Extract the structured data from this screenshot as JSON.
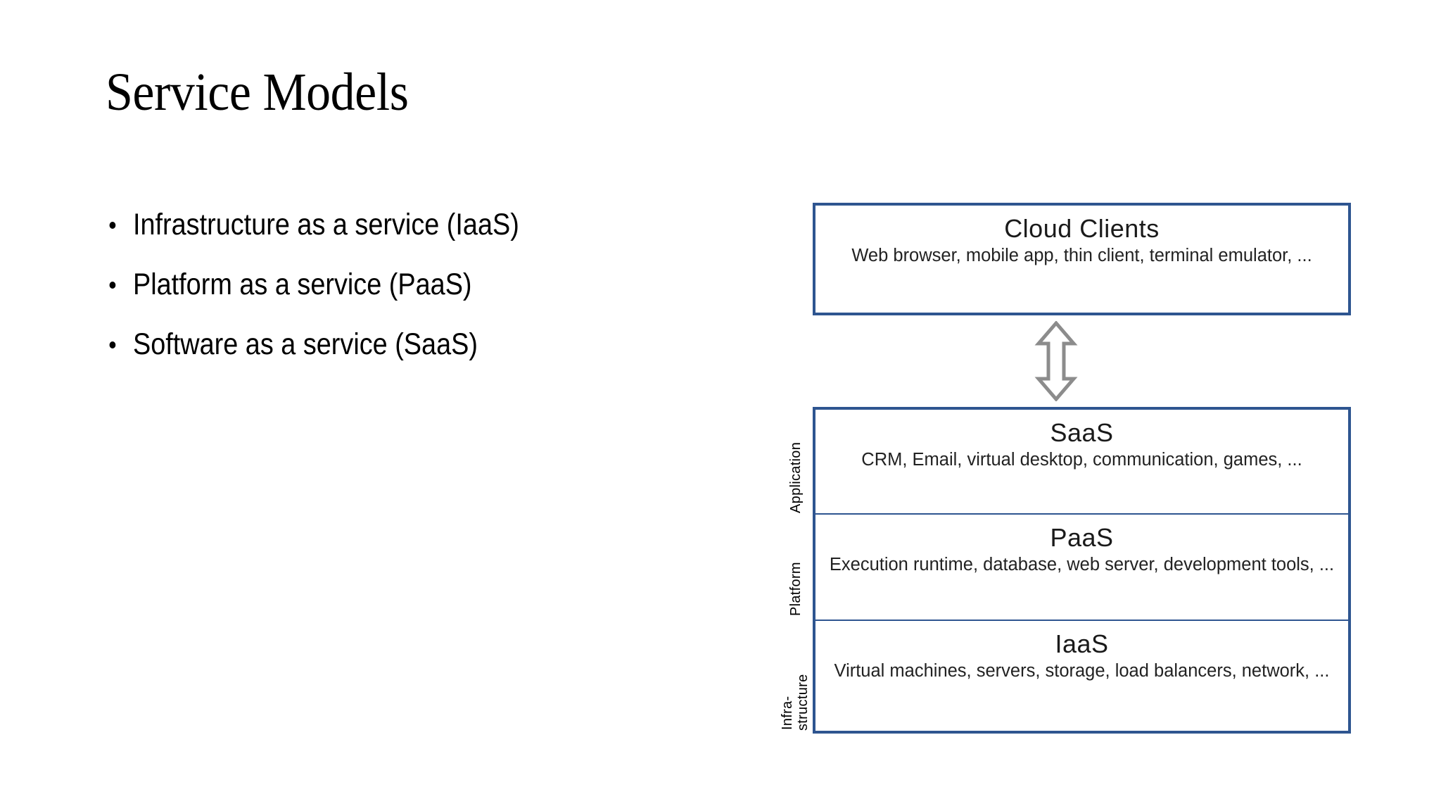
{
  "slide": {
    "title": "Service Models",
    "background_color": "#FFFFFF"
  },
  "bullets": [
    {
      "text": "Infrastructure as a service (IaaS)"
    },
    {
      "text": "Platform as a service (PaaS)"
    },
    {
      "text": "Software as a service (SaaS)"
    }
  ],
  "diagram": {
    "border_color": "#2E5590",
    "arrow_color": "#8C8C8C",
    "boxes": [
      {
        "id": "cloud-clients",
        "title": "Cloud Clients",
        "description": "Web browser, mobile app, thin client, terminal emulator, ..."
      },
      {
        "id": "saas",
        "title": "SaaS",
        "description": "CRM, Email, virtual desktop, communication, games, ..."
      },
      {
        "id": "paas",
        "title": "PaaS",
        "description": "Execution runtime, database, web server, development tools, ..."
      },
      {
        "id": "iaas",
        "title": "IaaS",
        "description": "Virtual machines, servers, storage, load balancers, network, ..."
      }
    ],
    "side_labels": {
      "application": "Application",
      "platform": "Platform",
      "infrastructure_line1": "Infra-",
      "infrastructure_line2": "structure"
    },
    "connector": {
      "icon": "double-headed-vertical-arrow"
    }
  }
}
